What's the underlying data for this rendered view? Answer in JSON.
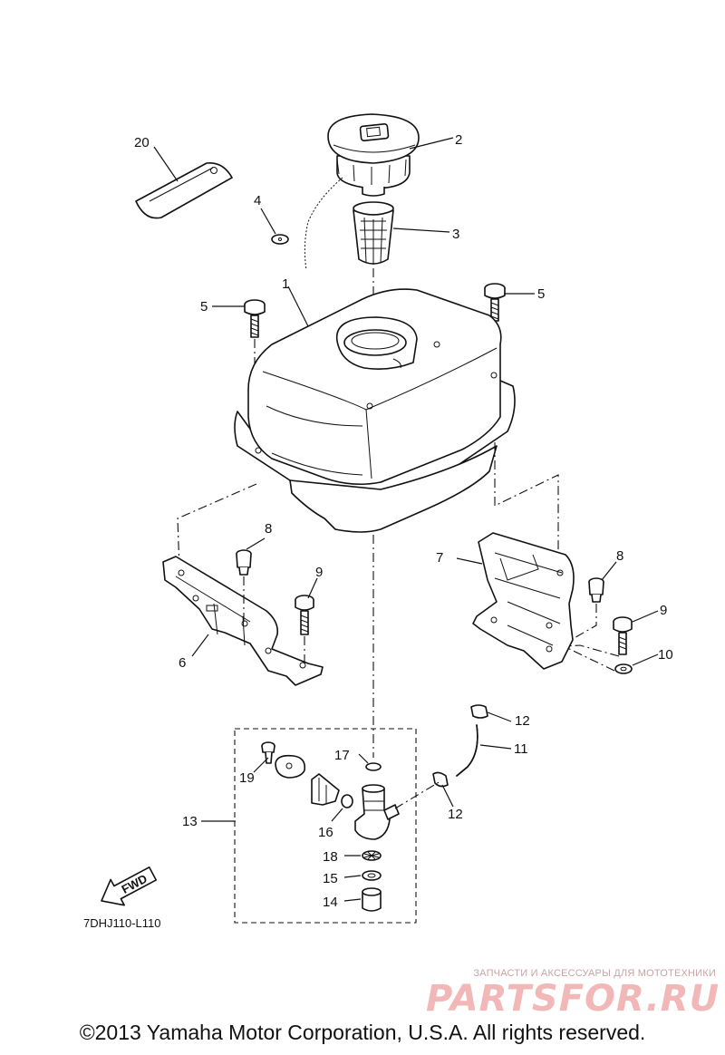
{
  "diagram": {
    "callouts": [
      "20",
      "2",
      "4",
      "3",
      "5",
      "5",
      "1",
      "8",
      "7",
      "9",
      "8",
      "6",
      "9",
      "10",
      "12",
      "11",
      "17",
      "19",
      "12",
      "13",
      "16",
      "18",
      "15",
      "14"
    ],
    "drawing_code": "7DHJ110-L110",
    "fwd_arrow_label": "FWD",
    "copyright": "©2013 Yamaha Motor Corporation, U.S.A. All rights reserved."
  },
  "watermark": {
    "tagline": "ЗАПЧАСТИ И АКСЕССУАРЫ ДЛЯ МОТОТЕХНИКИ",
    "logo_text": "PARTSFOR.RU"
  }
}
